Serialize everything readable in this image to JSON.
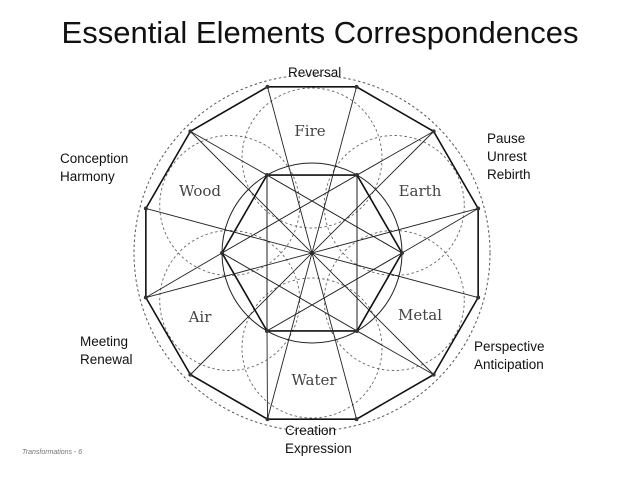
{
  "title": "Essential Elements Correspondences",
  "corner_labels": {
    "top": [
      "Reversal"
    ],
    "top_left": [
      "Conception",
      "Harmony"
    ],
    "top_right": [
      "Pause",
      "Unrest",
      "Rebirth"
    ],
    "bottom_left": [
      "Meeting",
      "Renewal"
    ],
    "bottom_right": [
      "Perspective",
      "Anticipation"
    ],
    "bottom": [
      "Creation",
      "Expression"
    ]
  },
  "elements": [
    "Fire",
    "Earth",
    "Metal",
    "Water",
    "Air",
    "Wood"
  ],
  "footer": "Transformations - 6"
}
